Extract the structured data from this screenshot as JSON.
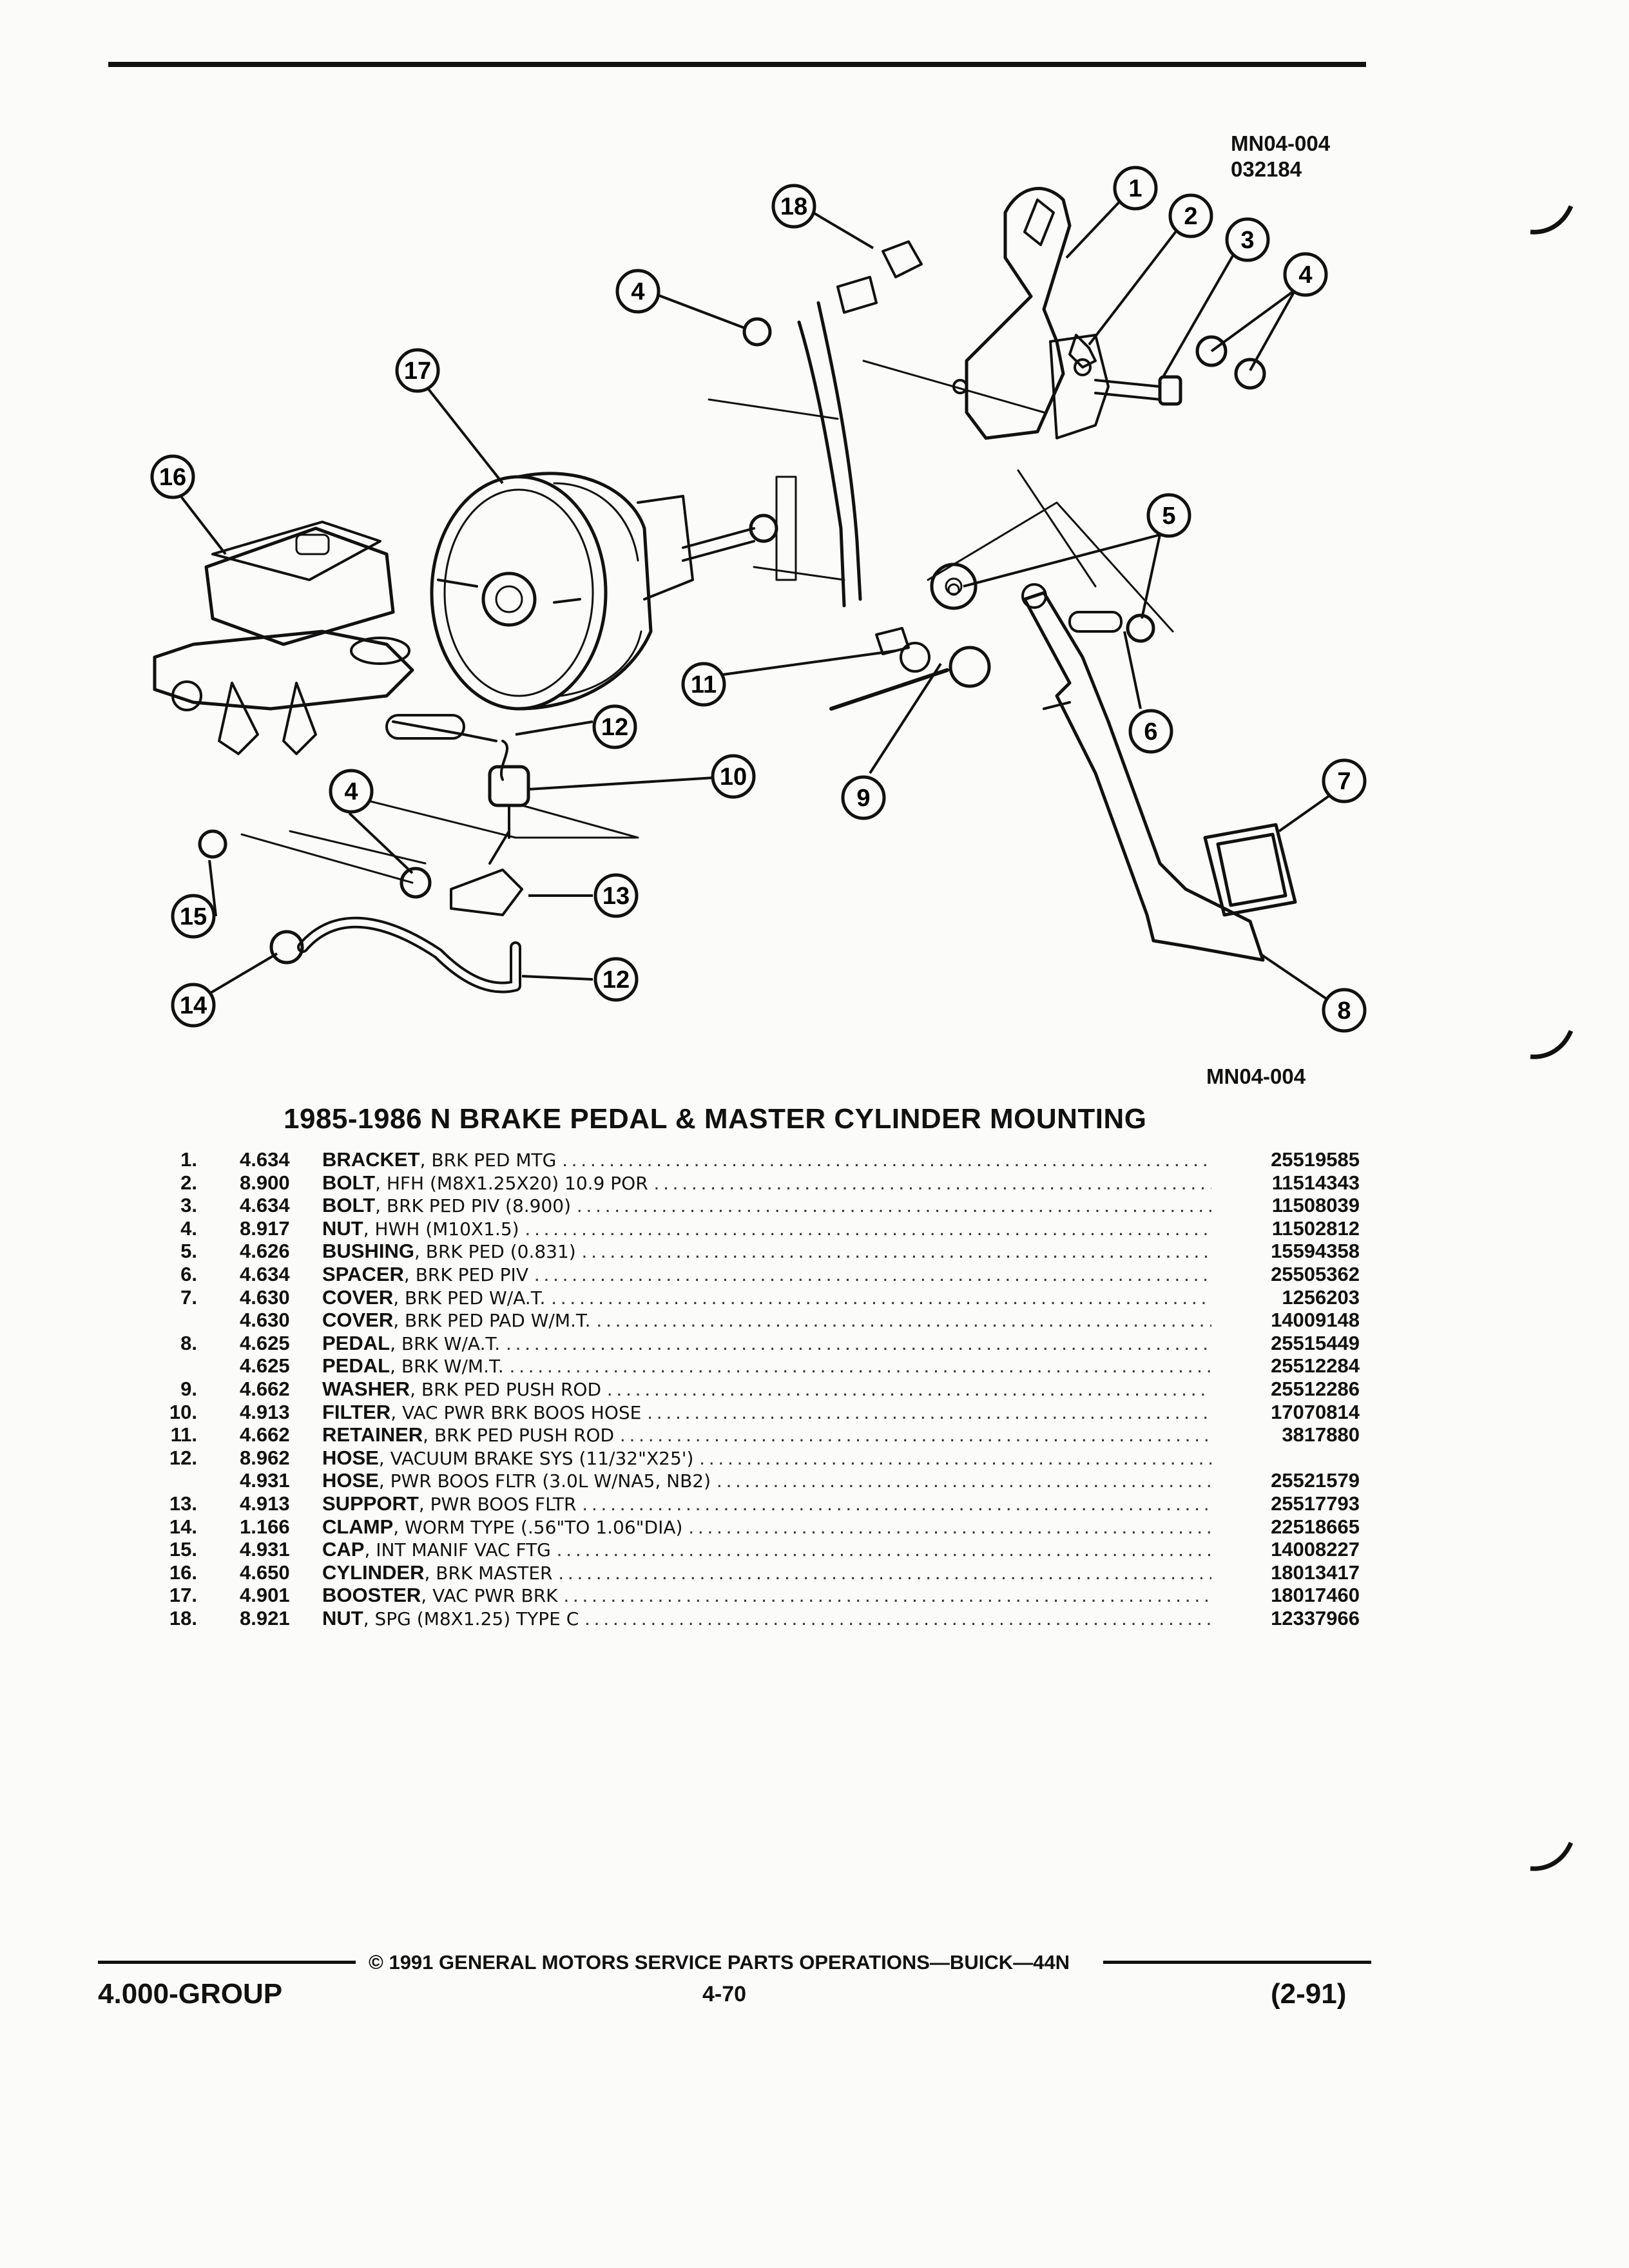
{
  "figure": {
    "code_top": "MN04-004",
    "date_code": "032184",
    "code_bottom": "MN04-004",
    "callouts": [
      "1",
      "2",
      "3",
      "4",
      "4",
      "5",
      "6",
      "7",
      "8",
      "9",
      "10",
      "11",
      "12",
      "12",
      "13",
      "14",
      "15",
      "16",
      "17",
      "18",
      "4"
    ]
  },
  "title": "1985-1986 N BRAKE PEDAL & MASTER CYLINDER MOUNTING",
  "parts": [
    {
      "no": "1.",
      "group": "4.634",
      "name": "BRACKET",
      "spec": ", BRK PED MTG",
      "part": "25519585"
    },
    {
      "no": "2.",
      "group": "8.900",
      "name": "BOLT",
      "spec": ", HFH (M8X1.25X20) 10.9 POR",
      "part": "11514343"
    },
    {
      "no": "3.",
      "group": "4.634",
      "name": "BOLT",
      "spec": ", BRK PED PIV (8.900)",
      "part": "11508039"
    },
    {
      "no": "4.",
      "group": "8.917",
      "name": "NUT",
      "spec": ", HWH (M10X1.5)",
      "part": "11502812"
    },
    {
      "no": "5.",
      "group": "4.626",
      "name": "BUSHING",
      "spec": ", BRK PED (0.831)",
      "part": "15594358"
    },
    {
      "no": "6.",
      "group": "4.634",
      "name": "SPACER",
      "spec": ", BRK PED PIV",
      "part": "25505362"
    },
    {
      "no": "7.",
      "group": "4.630",
      "name": "COVER",
      "spec": ", BRK PED W/A.T.",
      "part": "1256203"
    },
    {
      "no": "",
      "group": "4.630",
      "name": "COVER",
      "spec": ", BRK PED PAD W/M.T.",
      "part": "14009148"
    },
    {
      "no": "8.",
      "group": "4.625",
      "name": "PEDAL",
      "spec": ", BRK W/A.T.",
      "part": "25515449"
    },
    {
      "no": "",
      "group": "4.625",
      "name": "PEDAL",
      "spec": ", BRK W/M.T.",
      "part": "25512284"
    },
    {
      "no": "9.",
      "group": "4.662",
      "name": "WASHER",
      "spec": ", BRK PED PUSH ROD",
      "part": "25512286"
    },
    {
      "no": "10.",
      "group": "4.913",
      "name": "FILTER",
      "spec": ", VAC PWR BRK BOOS HOSE",
      "part": "17070814"
    },
    {
      "no": "11.",
      "group": "4.662",
      "name": "RETAINER",
      "spec": ", BRK PED PUSH ROD",
      "part": "3817880"
    },
    {
      "no": "12.",
      "group": "8.962",
      "name": "HOSE",
      "spec": ", VACUUM BRAKE SYS (11/32\"X25')",
      "part": ""
    },
    {
      "no": "",
      "group": "4.931",
      "name": "HOSE",
      "spec": ", PWR BOOS FLTR (3.0L W/NA5, NB2)",
      "part": "25521579"
    },
    {
      "no": "13.",
      "group": "4.913",
      "name": "SUPPORT",
      "spec": ", PWR BOOS FLTR",
      "part": "25517793"
    },
    {
      "no": "14.",
      "group": "1.166",
      "name": "CLAMP",
      "spec": ", WORM TYPE (.56\"TO 1.06\"DIA)",
      "part": "22518665"
    },
    {
      "no": "15.",
      "group": "4.931",
      "name": "CAP",
      "spec": ", INT MANIF VAC FTG",
      "part": "14008227"
    },
    {
      "no": "16.",
      "group": "4.650",
      "name": "CYLINDER",
      "spec": ", BRK MASTER",
      "part": "18013417"
    },
    {
      "no": "17.",
      "group": "4.901",
      "name": "BOOSTER",
      "spec": ", VAC PWR BRK",
      "part": "18017460"
    },
    {
      "no": "18.",
      "group": "8.921",
      "name": "NUT",
      "spec": ", SPG (M8X1.25) TYPE C",
      "part": "12337966"
    }
  ],
  "footer": {
    "copyright": "© 1991 GENERAL MOTORS SERVICE PARTS OPERATIONS—BUICK—44N",
    "left": "4.000-GROUP",
    "page": "4-70",
    "date": "(2-91)"
  }
}
